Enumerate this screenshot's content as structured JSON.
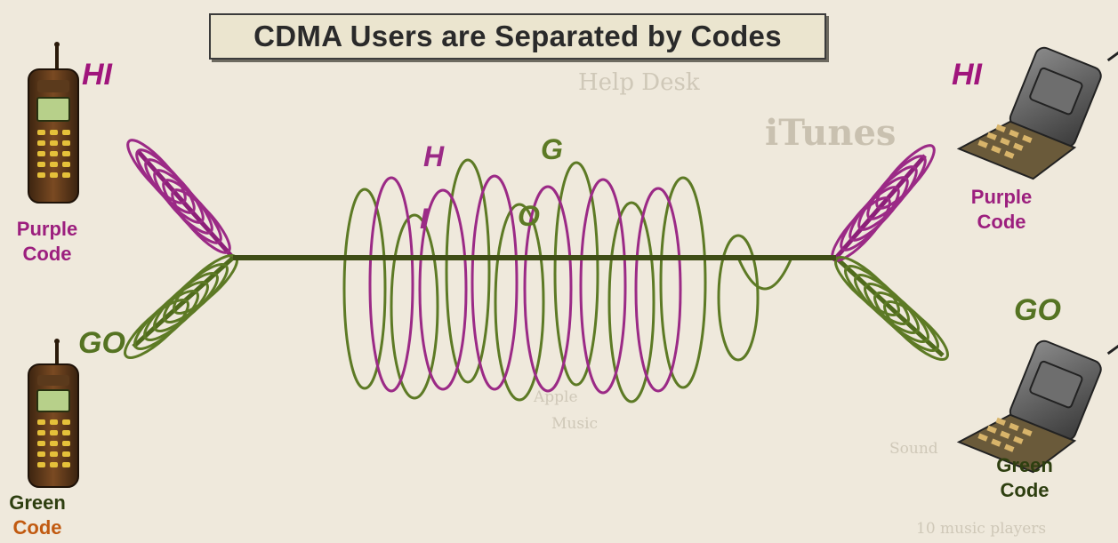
{
  "title": "CDMA Users are Separated by Codes",
  "left": {
    "top_phone_message": "HI",
    "top_phone_code": [
      "Purple",
      "Code"
    ],
    "bottom_phone_message": "GO",
    "bottom_phone_code": [
      "Green",
      "Code"
    ]
  },
  "right": {
    "top_phone_message": "HI",
    "top_phone_code": [
      "Purple",
      "Code"
    ],
    "bottom_phone_message": "GO",
    "bottom_phone_code": [
      "Green",
      "Code"
    ]
  },
  "combined_signal_letters": {
    "h": "H",
    "i": "I",
    "g": "G",
    "o": "O"
  },
  "colors": {
    "purple": "#9b2a86",
    "green": "#5d7a25",
    "trunk": "#3f4d16",
    "orange_label": "#c15a10"
  },
  "icons": [
    "cell-phone-icon",
    "flip-phone-icon"
  ],
  "background_print": [
    "Help Desk",
    "iTunes",
    "Apple",
    "Music",
    "Sound",
    "10 music players"
  ]
}
